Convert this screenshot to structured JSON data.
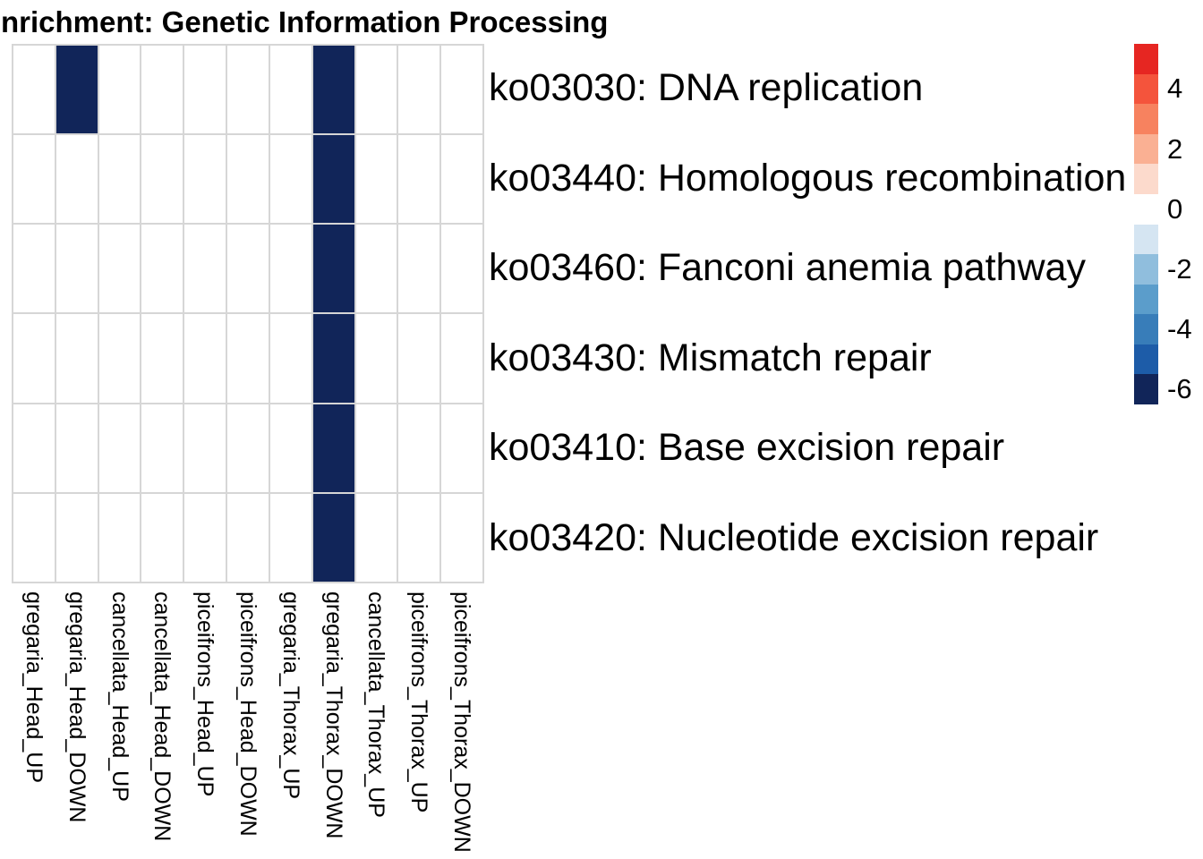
{
  "chart_data": {
    "type": "heatmap",
    "title": "nrichment: Genetic Information Processing",
    "columns": [
      "gregaria_Head_UP",
      "gregaria_Head_DOWN",
      "cancellata_Head_UP",
      "cancellata_Head_DOWN",
      "piceifrons_Head_UP",
      "piceifrons_Head_DOWN",
      "gregaria_Thorax_UP",
      "gregaria_Thorax_DOWN",
      "cancellata_Thorax_UP",
      "piceifrons_Thorax_UP",
      "piceifrons_Thorax_DOWN"
    ],
    "rows": [
      "ko03030: DNA replication",
      "ko03440: Homologous recombination",
      "ko03460: Fanconi anemia pathway",
      "ko03430: Mismatch repair",
      "ko03410: Base excision repair",
      "ko03420: Nucleotide excision repair"
    ],
    "values": [
      [
        null,
        -6,
        null,
        null,
        null,
        null,
        null,
        -6,
        null,
        null,
        null
      ],
      [
        null,
        null,
        null,
        null,
        null,
        null,
        null,
        -6,
        null,
        null,
        null
      ],
      [
        null,
        null,
        null,
        null,
        null,
        null,
        null,
        -6,
        null,
        null,
        null
      ],
      [
        null,
        null,
        null,
        null,
        null,
        null,
        null,
        -6,
        null,
        null,
        null
      ],
      [
        null,
        null,
        null,
        null,
        null,
        null,
        null,
        -6,
        null,
        null,
        null
      ],
      [
        null,
        null,
        null,
        null,
        null,
        null,
        null,
        -6,
        null,
        null,
        null
      ]
    ],
    "filled_color": "#112559",
    "empty_color": "#ffffff",
    "grid_color": "#d6d6d6",
    "legend_position": "right",
    "colorbar": {
      "scale_range": [
        5.5,
        -6.5
      ],
      "block_values": [
        5,
        4,
        3,
        2,
        1,
        0,
        -1,
        -2,
        -3,
        -4,
        -5,
        -6
      ],
      "block_colors": [
        "#e62622",
        "#f4543c",
        "#f7825f",
        "#fab093",
        "#fcdacc",
        "#ffffff",
        "#d5e5f2",
        "#90bedd",
        "#5b9dcb",
        "#387db9",
        "#1d5ca8",
        "#112559"
      ],
      "tick_labels": [
        "4",
        "2",
        "0",
        "-2",
        "-4",
        "-6"
      ],
      "tick_block_indices": [
        1,
        3,
        5,
        7,
        9,
        11
      ]
    }
  }
}
